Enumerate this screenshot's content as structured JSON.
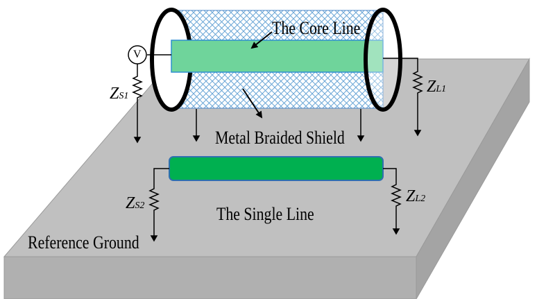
{
  "labels": {
    "core_line": "The Core Line",
    "metal_braided_shield": "Metal Braided Shield",
    "single_line": "The Single Line",
    "reference_ground": "Reference Ground",
    "voltage_source": "V"
  },
  "impedances": {
    "zs1": {
      "main": "Z",
      "sub": "S1"
    },
    "zl1": {
      "main": "Z",
      "sub": "L1"
    },
    "zs2": {
      "main": "Z",
      "sub": "S2"
    },
    "zl2": {
      "main": "Z",
      "sub": "L2"
    }
  },
  "colors": {
    "plate_top": "#c0c0c0",
    "plate_side": "#a9a9a9",
    "core_fill": "#6fd49b",
    "single_line_fill": "#00b050",
    "shield_hatch": "#6aa6d6"
  }
}
